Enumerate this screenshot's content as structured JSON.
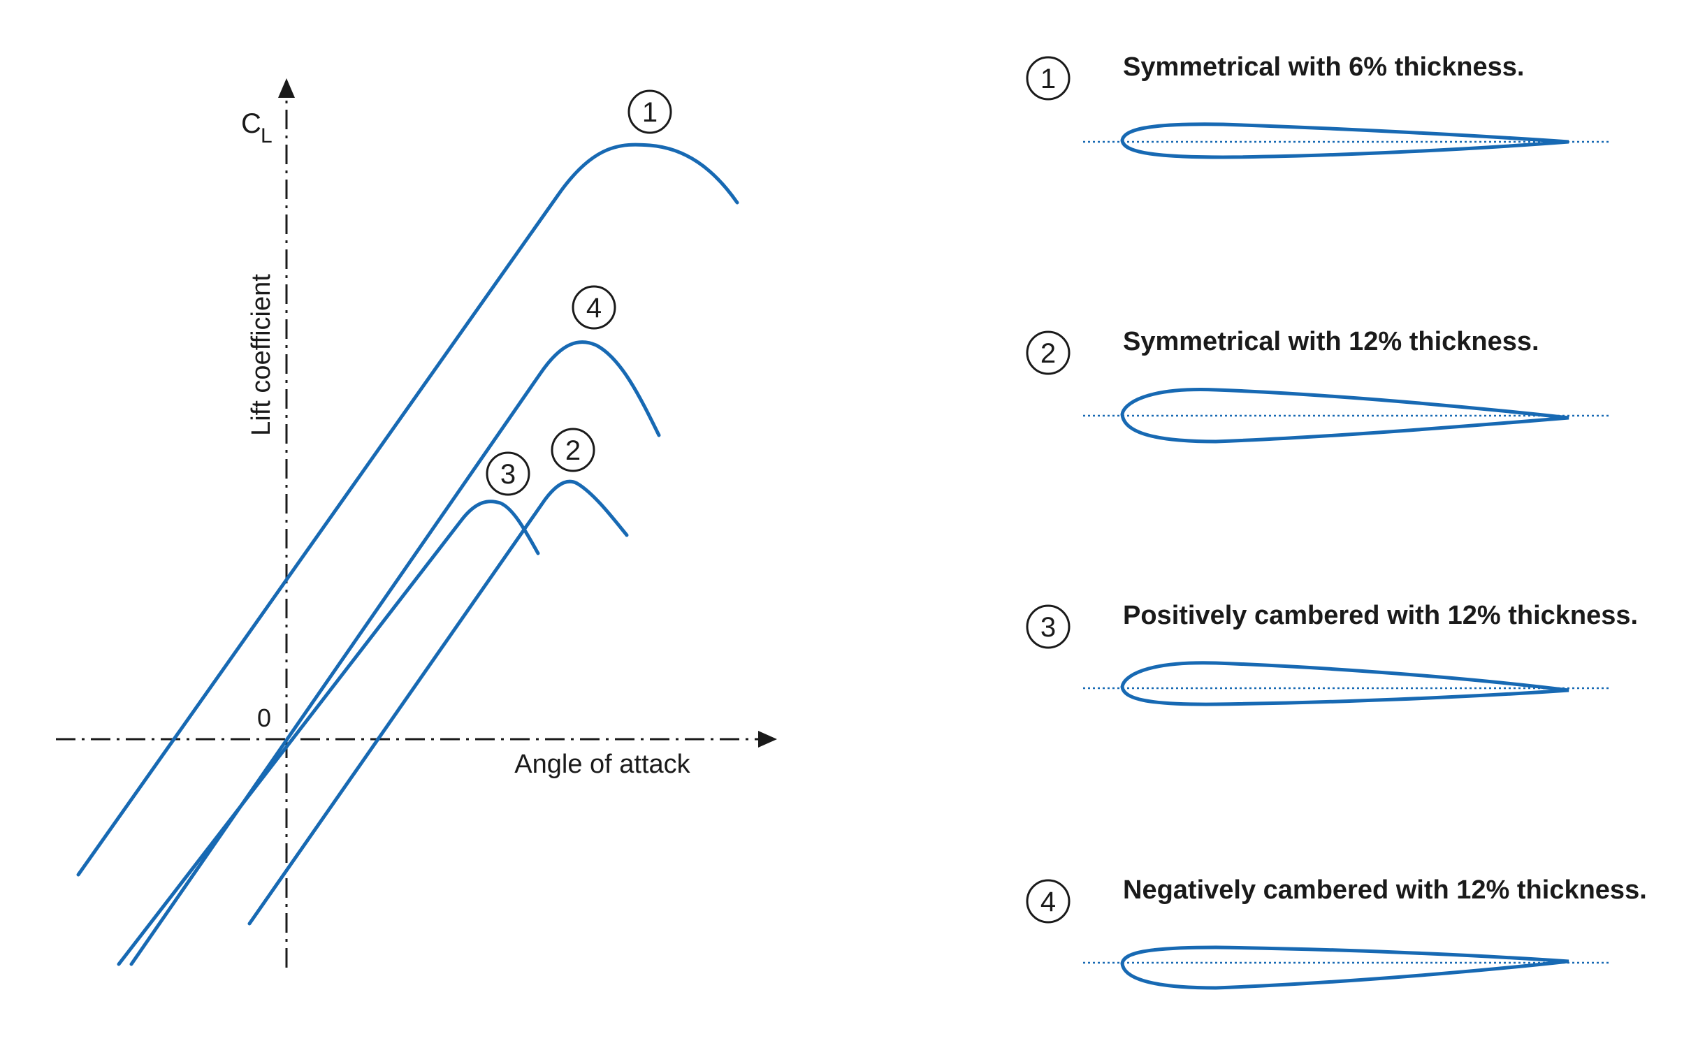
{
  "diagram": {
    "y_axis": {
      "symbol": "C",
      "subscript": "L",
      "label": "Lift coefficient"
    },
    "x_axis": {
      "label": "Angle of attack"
    },
    "origin_label": "0",
    "colors": {
      "curve": "#1769b3",
      "axis": "#1a1a1a",
      "text": "#1a1a1a"
    },
    "curves": [
      {
        "id": "1",
        "tag": "1"
      },
      {
        "id": "2",
        "tag": "2"
      },
      {
        "id": "3",
        "tag": "3"
      },
      {
        "id": "4",
        "tag": "4"
      }
    ]
  },
  "legend": [
    {
      "tag": "1",
      "text": "Symmetrical with 6% thickness."
    },
    {
      "tag": "2",
      "text": "Symmetrical with 12% thickness."
    },
    {
      "tag": "3",
      "text": "Positively cambered with 12% thickness."
    },
    {
      "tag": "4",
      "text": "Negatively cambered with 12% thickness."
    }
  ]
}
